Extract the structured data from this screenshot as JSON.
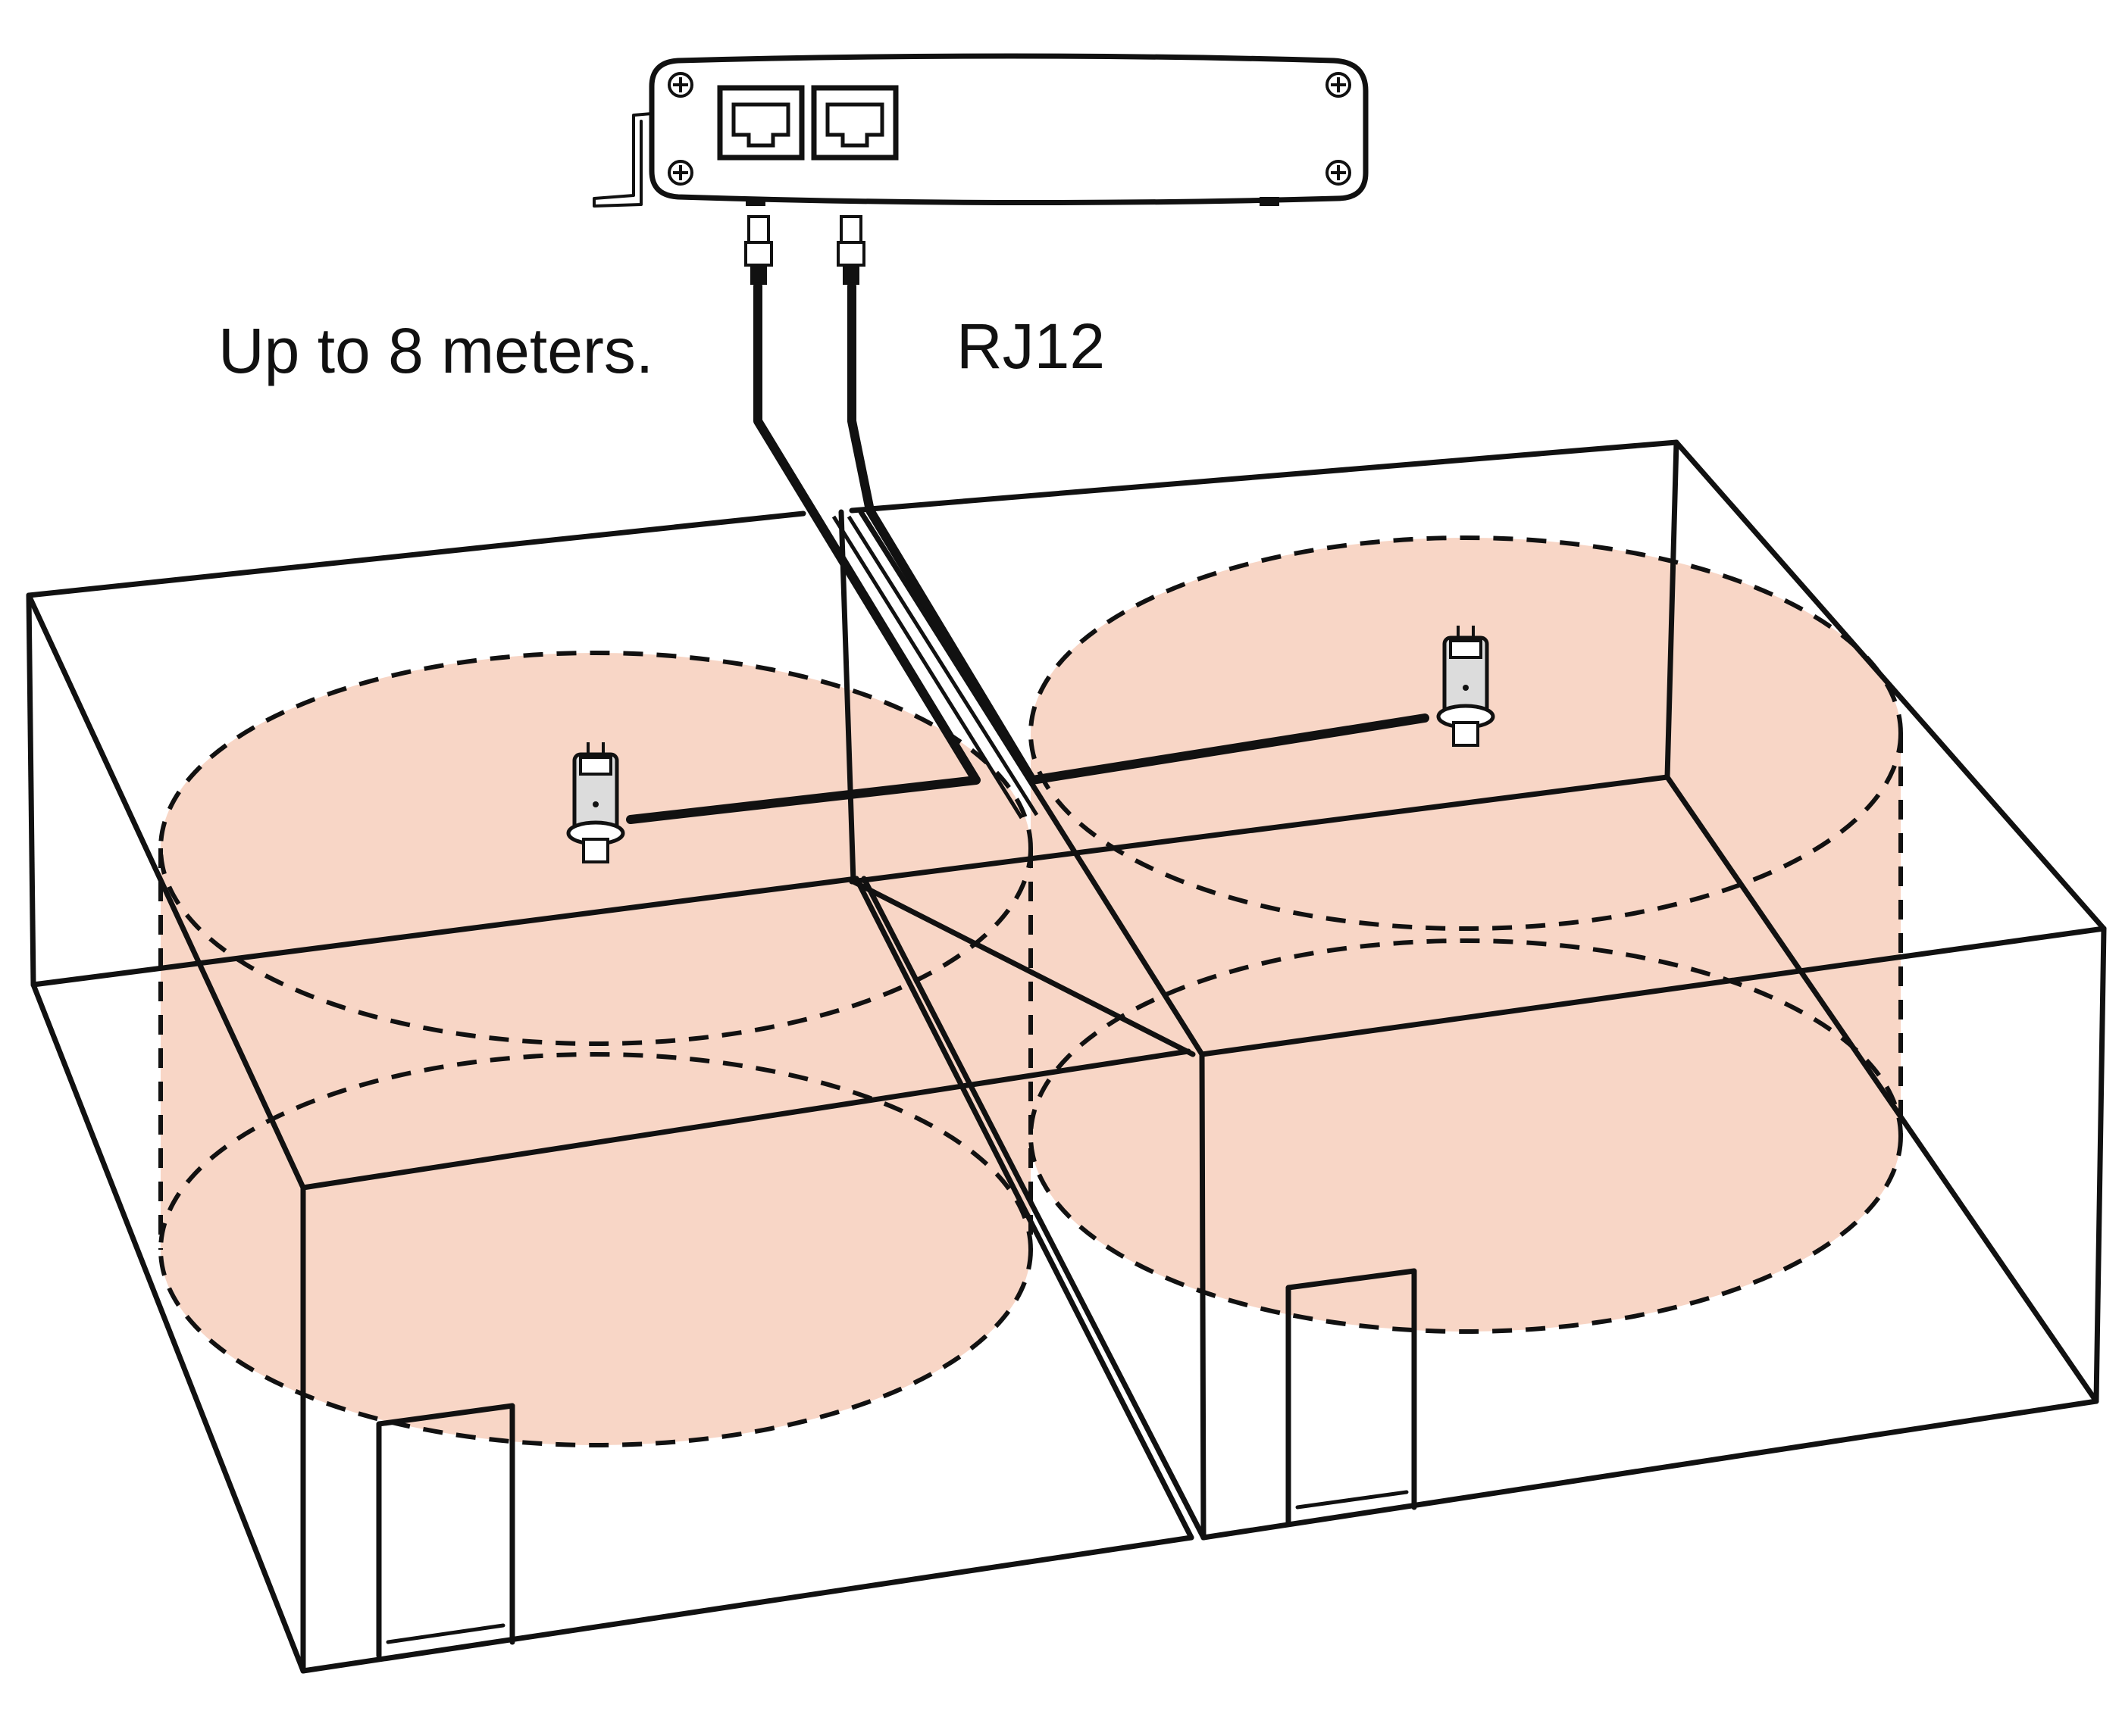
{
  "labels": {
    "cable_length": "Up to 8 meters.",
    "connector": "RJ12"
  },
  "colors": {
    "coverage_fill": "#f3b497",
    "line": "#111111",
    "background": "#ffffff"
  },
  "components": {
    "controller": {
      "ports": 2,
      "icon": "rj12-controller-icon"
    },
    "sensors": [
      {
        "icon": "ceiling-sensor-icon",
        "room": "left"
      },
      {
        "icon": "ceiling-sensor-icon",
        "room": "right"
      }
    ],
    "rooms": [
      {
        "name": "room-left",
        "door": true
      },
      {
        "name": "room-right",
        "door": true
      }
    ]
  }
}
